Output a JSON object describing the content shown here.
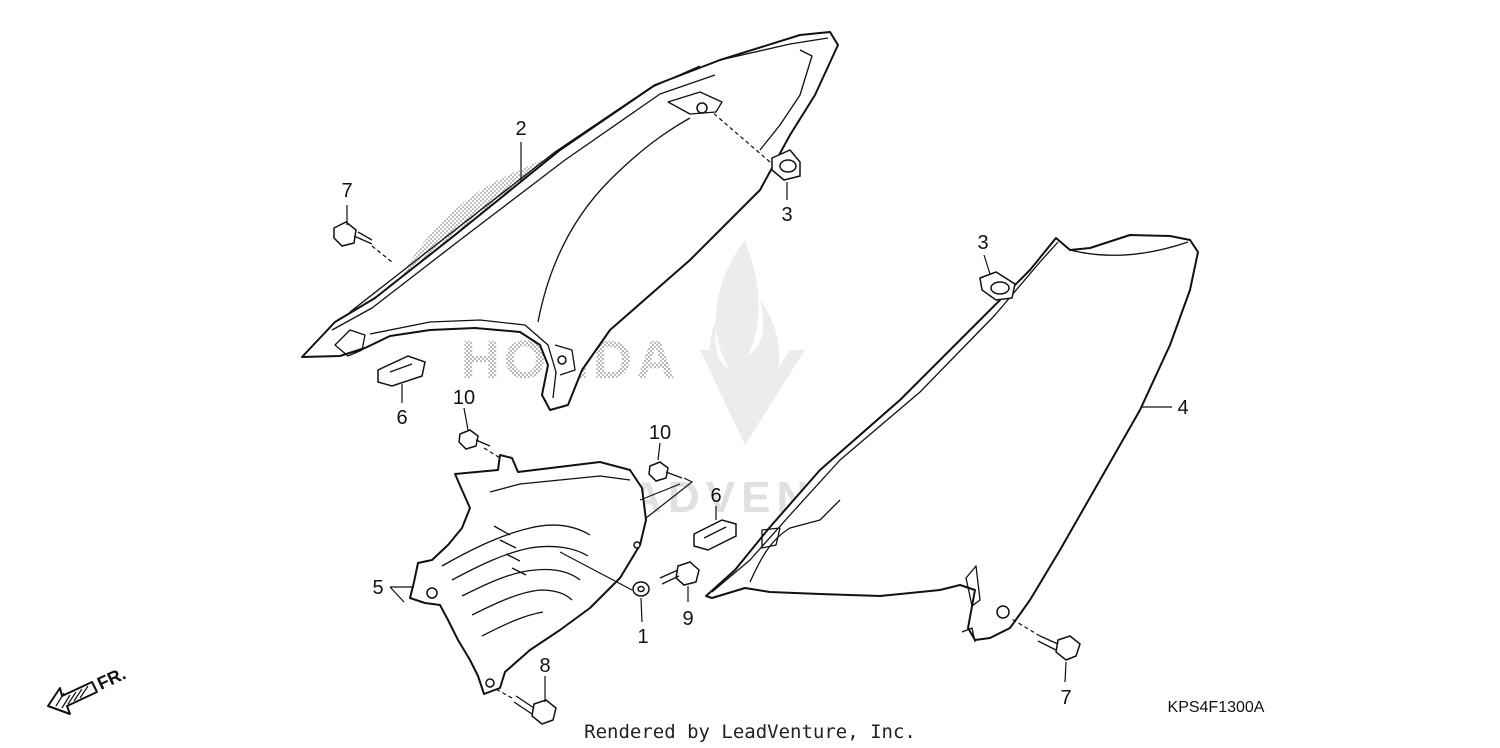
{
  "callouts": {
    "c1": "1",
    "c2": "2",
    "c3_top": "3",
    "c3_right": "3",
    "c4": "4",
    "c5": "5",
    "c6_left": "6",
    "c6_right": "6",
    "c7_left": "7",
    "c7_right": "7",
    "c8": "8",
    "c9": "9",
    "c10_left": "10",
    "c10_right": "10"
  },
  "direction_label": "FR.",
  "diagram_code": "KPS4F1300A",
  "footer": "Rendered by LeadVenture, Inc.",
  "watermark": {
    "brand_text": "HONDA",
    "company_text": "LEADVENTURE"
  },
  "colors": {
    "line": "#111111",
    "watermark": "#e0e0e0",
    "stipple": "#8a8a8a"
  }
}
